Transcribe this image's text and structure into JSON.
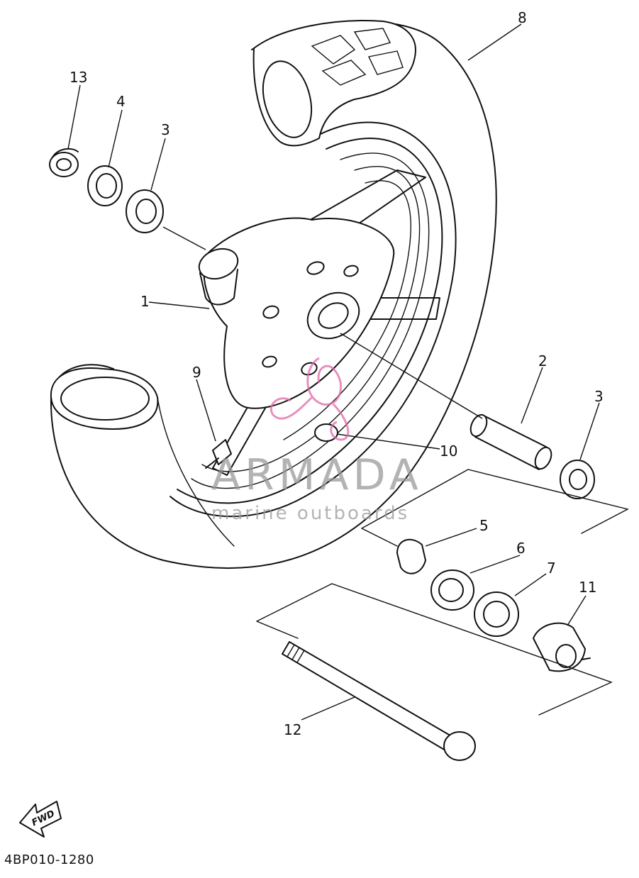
{
  "diagram": {
    "drawing_code": "4BP010-1280",
    "fwd_label": "FWD",
    "parts": [
      {
        "no": "1"
      },
      {
        "no": "2"
      },
      {
        "no": "3"
      },
      {
        "no": "3"
      },
      {
        "no": "4"
      },
      {
        "no": "5"
      },
      {
        "no": "6"
      },
      {
        "no": "7"
      },
      {
        "no": "8"
      },
      {
        "no": "9"
      },
      {
        "no": "10"
      },
      {
        "no": "11"
      },
      {
        "no": "12"
      },
      {
        "no": "13"
      }
    ]
  },
  "watermark": {
    "brand": "ARMADA",
    "tagline": "marine outboards",
    "color_text": "#9a9a9a",
    "color_logo": "#e06aa8"
  },
  "colors": {
    "ink": "#111111",
    "paper": "#ffffff"
  }
}
